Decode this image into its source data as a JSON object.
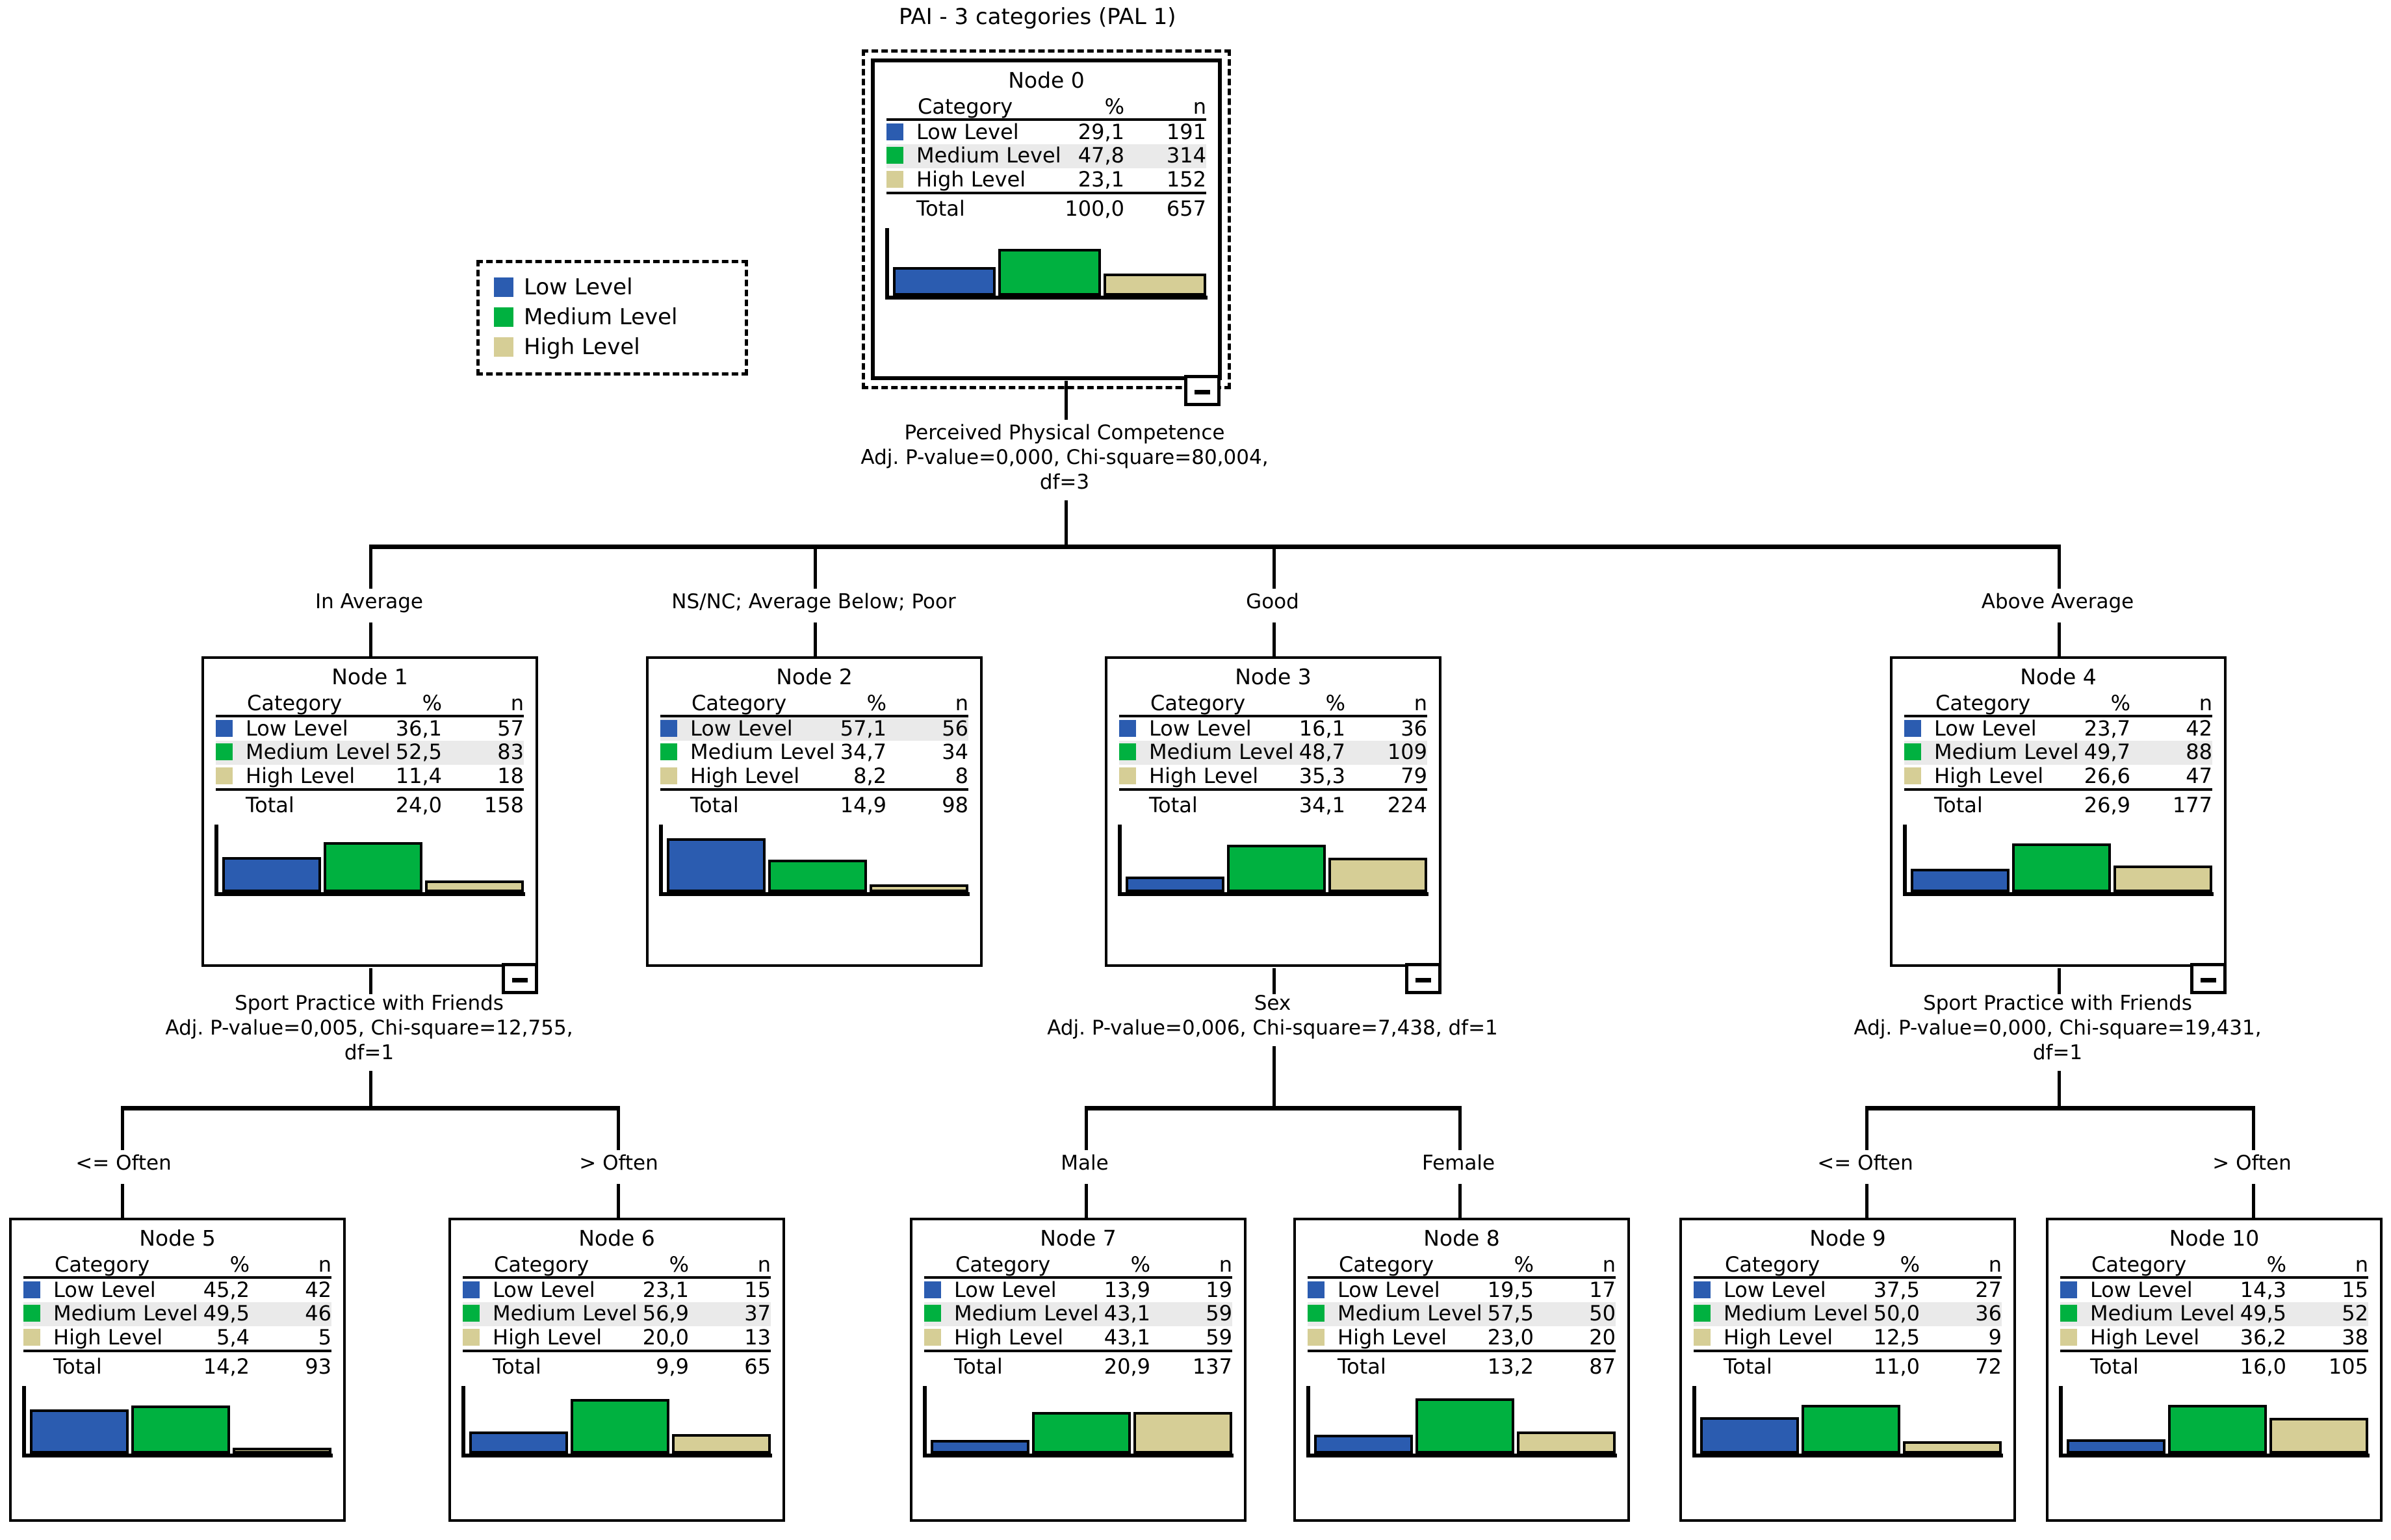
{
  "title": "PAI - 3 categories (PAL 1)",
  "colors": {
    "low": "#2B5CB0",
    "medium": "#00B140",
    "high": "#D6CE96",
    "highlight_row": "#eaeaea",
    "line": "#000000"
  },
  "legend": {
    "items": [
      {
        "label": "Low Level",
        "color_key": "low"
      },
      {
        "label": "Medium Level",
        "color_key": "medium"
      },
      {
        "label": "High Level",
        "color_key": "high"
      }
    ]
  },
  "table_headers": {
    "category": "Category",
    "percent": "%",
    "n": "n",
    "total": "Total"
  },
  "chart_data": {
    "type": "table",
    "title": "PAI - 3 categories (PAL 1)",
    "categories": [
      "Low Level",
      "Medium Level",
      "High Level"
    ],
    "nodes": [
      {
        "id": 0,
        "title": "Node 0",
        "values_pct": [
          29.1,
          47.8,
          23.1
        ],
        "values_n": [
          191,
          314,
          152
        ],
        "total_pct": 100.0,
        "total_n": 657,
        "predicted": "Medium Level"
      },
      {
        "id": 1,
        "title": "Node 1",
        "values_pct": [
          36.1,
          52.5,
          11.4
        ],
        "values_n": [
          57,
          83,
          18
        ],
        "total_pct": 24.0,
        "total_n": 158,
        "predicted": "Medium Level"
      },
      {
        "id": 2,
        "title": "Node 2",
        "values_pct": [
          57.1,
          34.7,
          8.2
        ],
        "values_n": [
          56,
          34,
          8
        ],
        "total_pct": 14.9,
        "total_n": 98,
        "predicted": "Low Level"
      },
      {
        "id": 3,
        "title": "Node 3",
        "values_pct": [
          16.1,
          48.7,
          35.3
        ],
        "values_n": [
          36,
          109,
          79
        ],
        "total_pct": 34.1,
        "total_n": 224,
        "predicted": "Medium Level"
      },
      {
        "id": 4,
        "title": "Node 4",
        "values_pct": [
          23.7,
          49.7,
          26.6
        ],
        "values_n": [
          42,
          88,
          47
        ],
        "total_pct": 26.9,
        "total_n": 177,
        "predicted": "Medium Level"
      },
      {
        "id": 5,
        "title": "Node 5",
        "values_pct": [
          45.2,
          49.5,
          5.4
        ],
        "values_n": [
          42,
          46,
          5
        ],
        "total_pct": 14.2,
        "total_n": 93,
        "predicted": "Medium Level"
      },
      {
        "id": 6,
        "title": "Node 6",
        "values_pct": [
          23.1,
          56.9,
          20.0
        ],
        "values_n": [
          15,
          37,
          13
        ],
        "total_pct": 9.9,
        "total_n": 65,
        "predicted": "Medium Level"
      },
      {
        "id": 7,
        "title": "Node 7",
        "values_pct": [
          13.9,
          43.1,
          43.1
        ],
        "values_n": [
          19,
          59,
          59
        ],
        "total_pct": 20.9,
        "total_n": 137,
        "predicted": "Medium Level"
      },
      {
        "id": 8,
        "title": "Node 8",
        "values_pct": [
          19.5,
          57.5,
          23.0
        ],
        "values_n": [
          17,
          50,
          20
        ],
        "total_pct": 13.2,
        "total_n": 87,
        "predicted": "Medium Level"
      },
      {
        "id": 9,
        "title": "Node 9",
        "values_pct": [
          37.5,
          50.0,
          12.5
        ],
        "values_n": [
          27,
          36,
          9
        ],
        "total_pct": 11.0,
        "total_n": 72,
        "predicted": "Medium Level"
      },
      {
        "id": 10,
        "title": "Node 10",
        "values_pct": [
          14.3,
          49.5,
          36.2
        ],
        "values_n": [
          15,
          52,
          38
        ],
        "total_pct": 16.0,
        "total_n": 105,
        "predicted": "Medium Level"
      }
    ],
    "splits": [
      {
        "parent": 0,
        "variable": "Perceived Physical Competence",
        "stats": "Adj. P-value=0,000, Chi-square=80,004,",
        "df": "df=3",
        "branches": [
          "In Average",
          "NS/NC; Average Below; Poor",
          "Good",
          "Above Average"
        ],
        "children": [
          1,
          2,
          3,
          4
        ]
      },
      {
        "parent": 1,
        "variable": "Sport Practice with Friends",
        "stats": "Adj. P-value=0,005, Chi-square=12,755,",
        "df": "df=1",
        "branches": [
          "<= Often",
          "> Often"
        ],
        "children": [
          5,
          6
        ]
      },
      {
        "parent": 3,
        "variable": "Sex",
        "stats": "Adj. P-value=0,006, Chi-square=7,438, df=1",
        "df": "",
        "branches": [
          "Male",
          "Female"
        ],
        "children": [
          7,
          8
        ]
      },
      {
        "parent": 4,
        "variable": "Sport Practice with Friends",
        "stats": "Adj. P-value=0,000, Chi-square=19,431,",
        "df": "df=1",
        "branches": [
          "<= Often",
          "> Often"
        ],
        "children": [
          9,
          10
        ]
      }
    ]
  },
  "nodes": {
    "n0": {
      "title": "Node 0",
      "rows": [
        {
          "label": "Low Level",
          "pct": "29,1",
          "n": "191"
        },
        {
          "label": "Medium Level",
          "pct": "47,8",
          "n": "314"
        },
        {
          "label": "High Level",
          "pct": "23,1",
          "n": "152"
        }
      ],
      "total_pct": "100,0",
      "total_n": "657"
    },
    "n1": {
      "title": "Node 1",
      "rows": [
        {
          "label": "Low Level",
          "pct": "36,1",
          "n": "57"
        },
        {
          "label": "Medium Level",
          "pct": "52,5",
          "n": "83"
        },
        {
          "label": "High Level",
          "pct": "11,4",
          "n": "18"
        }
      ],
      "total_pct": "24,0",
      "total_n": "158"
    },
    "n2": {
      "title": "Node 2",
      "rows": [
        {
          "label": "Low Level",
          "pct": "57,1",
          "n": "56"
        },
        {
          "label": "Medium Level",
          "pct": "34,7",
          "n": "34"
        },
        {
          "label": "High Level",
          "pct": "8,2",
          "n": "8"
        }
      ],
      "total_pct": "14,9",
      "total_n": "98"
    },
    "n3": {
      "title": "Node 3",
      "rows": [
        {
          "label": "Low Level",
          "pct": "16,1",
          "n": "36"
        },
        {
          "label": "Medium Level",
          "pct": "48,7",
          "n": "109"
        },
        {
          "label": "High Level",
          "pct": "35,3",
          "n": "79"
        }
      ],
      "total_pct": "34,1",
      "total_n": "224"
    },
    "n4": {
      "title": "Node 4",
      "rows": [
        {
          "label": "Low Level",
          "pct": "23,7",
          "n": "42"
        },
        {
          "label": "Medium Level",
          "pct": "49,7",
          "n": "88"
        },
        {
          "label": "High Level",
          "pct": "26,6",
          "n": "47"
        }
      ],
      "total_pct": "26,9",
      "total_n": "177"
    },
    "n5": {
      "title": "Node 5",
      "rows": [
        {
          "label": "Low Level",
          "pct": "45,2",
          "n": "42"
        },
        {
          "label": "Medium Level",
          "pct": "49,5",
          "n": "46"
        },
        {
          "label": "High Level",
          "pct": "5,4",
          "n": "5"
        }
      ],
      "total_pct": "14,2",
      "total_n": "93"
    },
    "n6": {
      "title": "Node 6",
      "rows": [
        {
          "label": "Low Level",
          "pct": "23,1",
          "n": "15"
        },
        {
          "label": "Medium Level",
          "pct": "56,9",
          "n": "37"
        },
        {
          "label": "High Level",
          "pct": "20,0",
          "n": "13"
        }
      ],
      "total_pct": "9,9",
      "total_n": "65"
    },
    "n7": {
      "title": "Node 7",
      "rows": [
        {
          "label": "Low Level",
          "pct": "13,9",
          "n": "19"
        },
        {
          "label": "Medium Level",
          "pct": "43,1",
          "n": "59"
        },
        {
          "label": "High Level",
          "pct": "43,1",
          "n": "59"
        }
      ],
      "total_pct": "20,9",
      "total_n": "137"
    },
    "n8": {
      "title": "Node 8",
      "rows": [
        {
          "label": "Low Level",
          "pct": "19,5",
          "n": "17"
        },
        {
          "label": "Medium Level",
          "pct": "57,5",
          "n": "50"
        },
        {
          "label": "High Level",
          "pct": "23,0",
          "n": "20"
        }
      ],
      "total_pct": "13,2",
      "total_n": "87"
    },
    "n9": {
      "title": "Node 9",
      "rows": [
        {
          "label": "Low Level",
          "pct": "37,5",
          "n": "27"
        },
        {
          "label": "Medium Level",
          "pct": "50,0",
          "n": "36"
        },
        {
          "label": "High Level",
          "pct": "12,5",
          "n": "9"
        }
      ],
      "total_pct": "11,0",
      "total_n": "72"
    },
    "n10": {
      "title": "Node 10",
      "rows": [
        {
          "label": "Low Level",
          "pct": "14,3",
          "n": "15"
        },
        {
          "label": "Medium Level",
          "pct": "49,5",
          "n": "52"
        },
        {
          "label": "High Level",
          "pct": "36,2",
          "n": "38"
        }
      ],
      "total_pct": "16,0",
      "total_n": "105"
    }
  },
  "splits": {
    "s0": {
      "variable": "Perceived Physical Competence",
      "stats": "Adj. P-value=0,000, Chi-square=80,004,",
      "df": "df=3"
    },
    "s1": {
      "variable": "Sport Practice with Friends",
      "stats": "Adj. P-value=0,005, Chi-square=12,755,",
      "df": "df=1"
    },
    "s3": {
      "variable": "Sex",
      "stats": "Adj. P-value=0,006, Chi-square=7,438, df=1",
      "df": ""
    },
    "s4": {
      "variable": "Sport Practice with Friends",
      "stats": "Adj. P-value=0,000, Chi-square=19,431,",
      "df": "df=1"
    }
  },
  "branches": {
    "b1": "In Average",
    "b2": "NS/NC; Average Below; Poor",
    "b3": "Good",
    "b4": "Above Average",
    "b5": "<= Often",
    "b6": "> Often",
    "b7": "Male",
    "b8": "Female",
    "b9": "<= Often",
    "b10": "> Often"
  },
  "collapse_button_label": "−"
}
